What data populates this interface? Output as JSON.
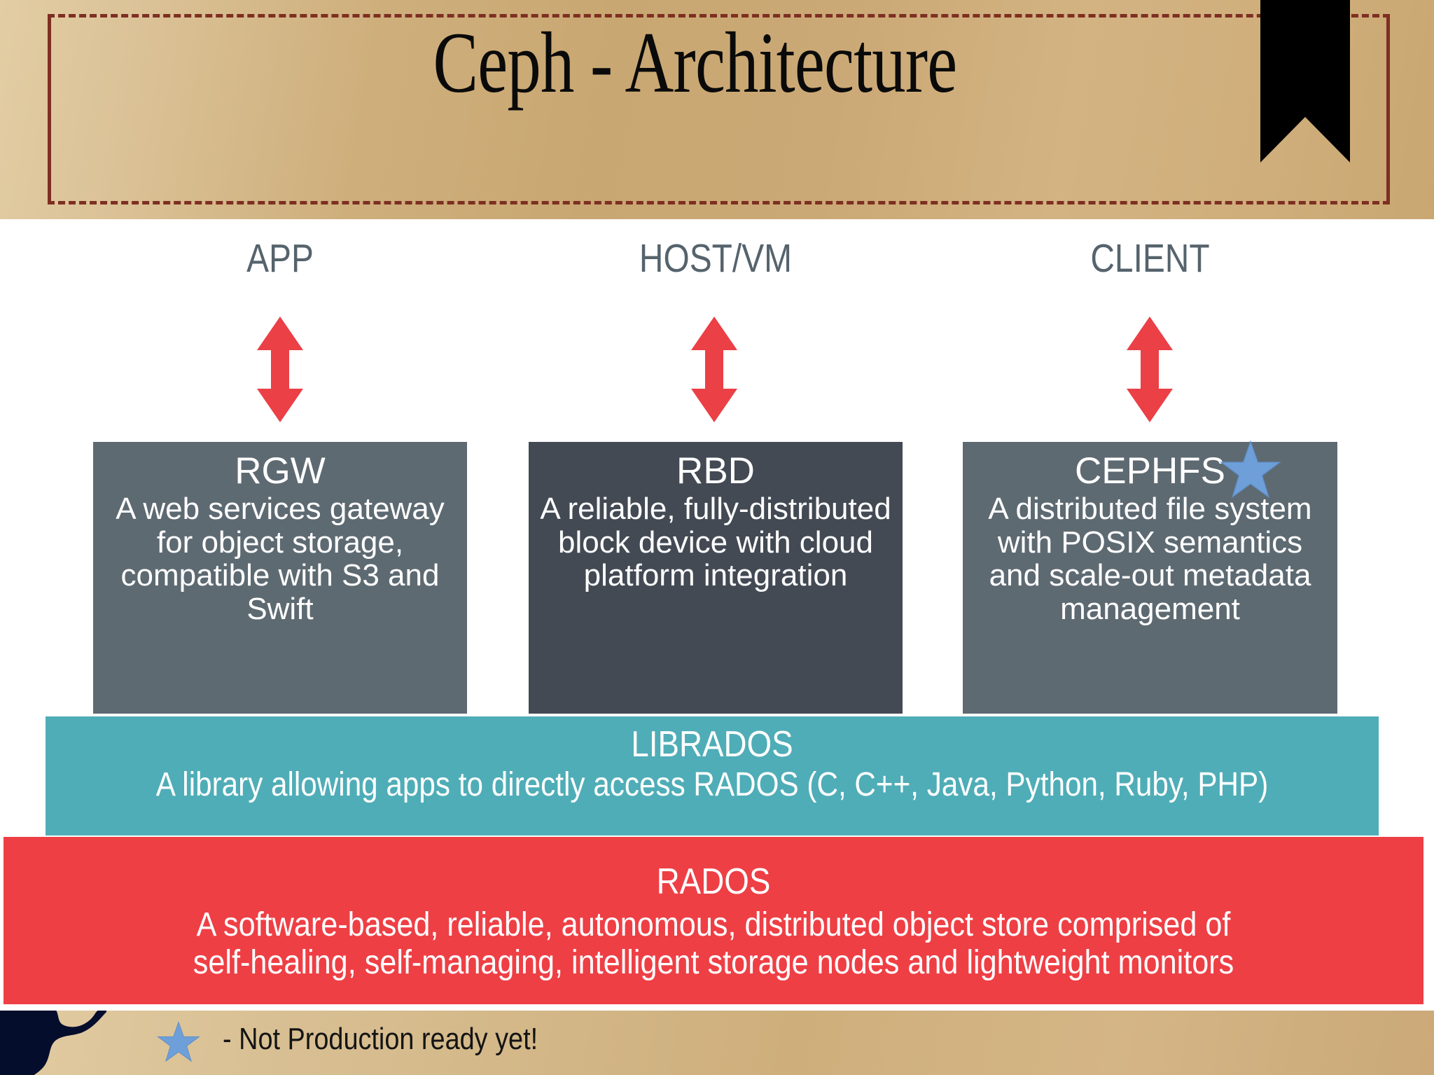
{
  "slide": {
    "title": "Ceph - Architecture",
    "bookmark_icon": "bookmark-ribbon-icon"
  },
  "colors": {
    "header_bg": "#ceaf7c",
    "header_border": "#7e2f22",
    "box_light": "#5e6a72",
    "box_dark": "#434a54",
    "librados": "#4fadb7",
    "rados": "#ee3f45",
    "arrow": "#ea4046",
    "star": "#6f9fd8",
    "col_label": "#55636c",
    "footer_blob": "#040d2c"
  },
  "columns": [
    {
      "label": "APP"
    },
    {
      "label": "HOST/VM"
    },
    {
      "label": "CLIENT"
    }
  ],
  "arrows": [
    {
      "name": "double-arrow-app"
    },
    {
      "name": "double-arrow-hostvm"
    },
    {
      "name": "double-arrow-client"
    }
  ],
  "services": [
    {
      "title": "RGW",
      "description": "A web services gateway for object storage, compatible with S3 and Swift"
    },
    {
      "title": "RBD",
      "description": "A reliable, fully-distributed block device with cloud platform integration"
    },
    {
      "title": "CEPHFS",
      "description": "A distributed file system with POSIX semantics and scale-out metadata management",
      "badge": "star-icon"
    }
  ],
  "librados": {
    "title": "LIBRADOS",
    "description": "A library allowing apps to directly access RADOS (C, C++, Java, Python, Ruby, PHP)"
  },
  "rados": {
    "title": "RADOS",
    "description_line1": "A software-based, reliable, autonomous, distributed object store comprised of",
    "description_line2": "self-healing, self-managing, intelligent storage nodes and lightweight monitors"
  },
  "footer": {
    "star_icon": "star-icon",
    "note": "- Not Production ready yet!"
  }
}
